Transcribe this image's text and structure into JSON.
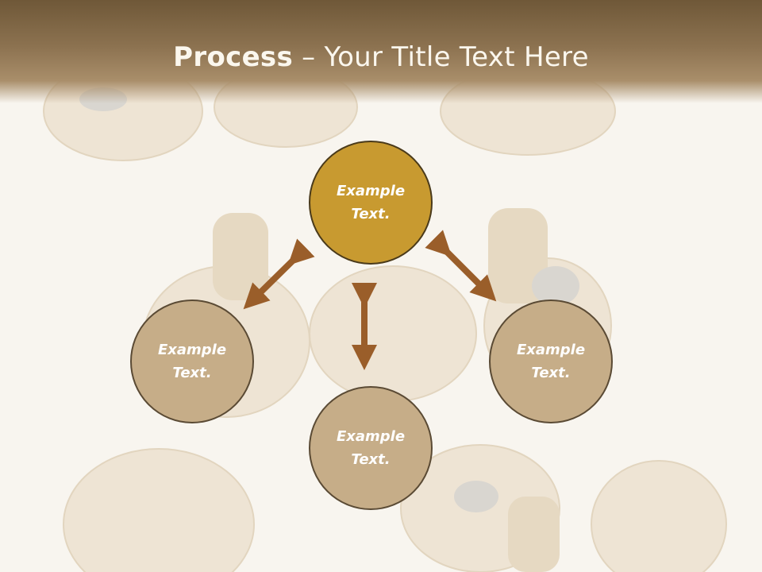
{
  "slide": {
    "title_bold": "Process",
    "title_rest": " – Your Title Text Here"
  },
  "nodes": {
    "top": "Example Text.",
    "left": "Example Text.",
    "right": "Example Text.",
    "bottom": "Example Text."
  },
  "colors": {
    "title_bar": "#8c7250",
    "center_circle": "#c89a30",
    "side_circle": "#c6ad88",
    "arrow": "#9a5e2a"
  }
}
